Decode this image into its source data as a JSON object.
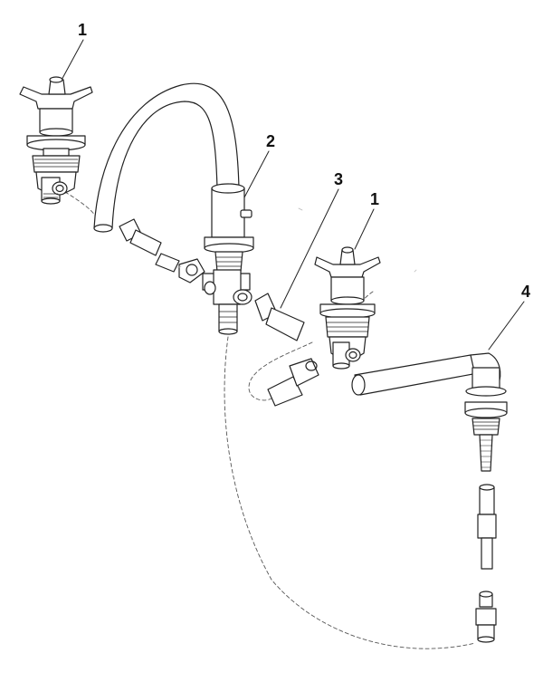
{
  "diagram": {
    "callouts": {
      "part_1_left": "1",
      "part_2": "2",
      "part_3": "3",
      "part_1_right": "1",
      "part_4": "4"
    }
  }
}
